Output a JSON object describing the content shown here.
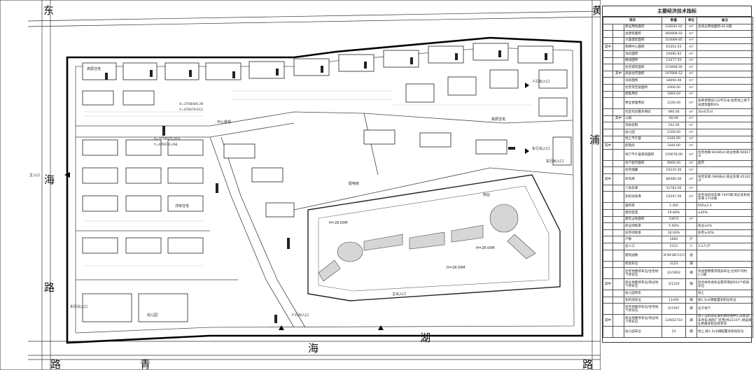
{
  "roads": {
    "top_left": "东",
    "top_right": "黄",
    "left_a": "海",
    "left_b": "路",
    "bottom_a": "青",
    "bottom_b": "海",
    "bottom_c": "湖",
    "bottom_right": "路",
    "right_a": "浦"
  },
  "site_labels": [
    {
      "id": "gate1",
      "text": "东行出入口"
    },
    {
      "id": "gate2",
      "text": "主入口"
    },
    {
      "id": "gate3",
      "text": "人行出入口"
    },
    {
      "id": "gate4",
      "text": "车行出入口"
    },
    {
      "id": "gate5",
      "text": "车行出入口"
    },
    {
      "id": "gate6",
      "text": "主出入口"
    },
    {
      "id": "gate7",
      "text": "人行出入口"
    },
    {
      "id": "zone1",
      "text": "中心景观"
    },
    {
      "id": "zone2",
      "text": "高层住宅"
    },
    {
      "id": "zone3",
      "text": "高层住宅"
    },
    {
      "id": "zone4",
      "text": "洋房住宅"
    },
    {
      "id": "zone5",
      "text": "配电房"
    },
    {
      "id": "zone6",
      "text": "商业"
    },
    {
      "id": "zone7",
      "text": "幼儿园"
    },
    {
      "id": "elev1",
      "text": "H=28.00M"
    },
    {
      "id": "elev2",
      "text": "H=28.00M"
    },
    {
      "id": "elev3",
      "text": "H=28.00M"
    },
    {
      "id": "coord1",
      "text": "X=3758446.29"
    },
    {
      "id": "coord2",
      "text": "Y=476079.613"
    },
    {
      "id": "coord3",
      "text": "X=3758425.619"
    },
    {
      "id": "coord4",
      "text": "Y=476076.294"
    }
  ],
  "table": {
    "title": "主要经济技术指标",
    "header": [
      "项目",
      "数量",
      "单位",
      "备注"
    ],
    "rows": [
      {
        "g": "",
        "s": "",
        "n": "建设用地面积",
        "v": "128242.02",
        "u": "m²",
        "r": "含商业用地面积:62.8亩",
        "tall": false
      },
      {
        "g": "",
        "s": "",
        "n": "总建筑面积",
        "v": "485808.02",
        "u": "m²",
        "r": "",
        "tall": false
      },
      {
        "g": "",
        "s": "",
        "n": "计容建筑面积",
        "v": "314089.85",
        "u": "m²",
        "r": "",
        "tall": false
      },
      {
        "g": "其中",
        "s": "",
        "n": "购物中心面积",
        "v": "61002.03",
        "u": "m²",
        "r": "",
        "tall": false
      },
      {
        "g": "",
        "s": "",
        "n": "洋房面积",
        "v": "20482.82",
        "u": "m²",
        "r": "",
        "tall": false
      },
      {
        "g": "",
        "s": "",
        "n": "联排面积",
        "v": "12477.50",
        "u": "m²",
        "r": "",
        "tall": false
      },
      {
        "g": "",
        "s": "",
        "n": "住宅建筑面积",
        "v": "215898.50",
        "u": "m²",
        "r": "",
        "tall": false
      },
      {
        "g": "",
        "s": "其中",
        "n": "高层住宅面积",
        "v": "197808.52",
        "u": "m²",
        "r": "",
        "tall": false
      },
      {
        "g": "",
        "s": "",
        "n": "洋房面积",
        "v": "18090.00",
        "u": "m²",
        "r": "",
        "tall": false
      },
      {
        "g": "",
        "s": "",
        "n": "住宅架空层面积",
        "v": "2000.00",
        "u": "m²",
        "r": "",
        "tall": false
      },
      {
        "g": "",
        "s": "",
        "n": "配套用房",
        "v": "1893.00",
        "u": "m²",
        "r": "",
        "tall": false
      },
      {
        "g": "",
        "s": "",
        "n": "物业管理用房",
        "v": "1226.00",
        "u": "m²",
        "r": "含养老用房132平方米;住宅地上地下总建筑面积4%",
        "tall": true
      },
      {
        "g": "",
        "s": "",
        "n": "社区综合服务用房",
        "v": "496.00",
        "u": "m²",
        "r": "30㎡/万㎡",
        "tall": false
      },
      {
        "g": "",
        "s": "其中",
        "n": "公厕",
        "v": "60.00",
        "u": "m²",
        "r": "",
        "tall": false
      },
      {
        "g": "",
        "s": "",
        "n": "消防控制",
        "v": "102.00",
        "u": "m²",
        "r": "",
        "tall": false
      },
      {
        "g": "",
        "s": "",
        "n": "幼儿园",
        "v": "2100.00",
        "u": "m²",
        "r": "",
        "tall": false
      },
      {
        "g": "",
        "s": "",
        "n": "地上不计容",
        "v": "1444.00",
        "u": "m²",
        "r": "",
        "tall": false
      },
      {
        "g": "其中",
        "s": "",
        "n": "配电房",
        "v": "1444.00",
        "u": "m²",
        "r": "",
        "tall": false
      },
      {
        "g": "",
        "s": "",
        "n": "地下不计容建筑面积",
        "v": "150678.00",
        "u": "m²",
        "r": "住宅地库:81480㎡;商业地库:60857㎡",
        "tall": true
      },
      {
        "g": "",
        "s": "",
        "n": "地下超市面积",
        "v": "9000.00",
        "u": "m²",
        "r": "超市",
        "tall": false
      },
      {
        "g": "",
        "s": "",
        "n": "住宅储藏",
        "v": "16225.00",
        "u": "m²",
        "r": "",
        "tall": false
      },
      {
        "g": "其中",
        "s": "",
        "n": "停车库",
        "v": "86485.00",
        "u": "m²",
        "r": "住宅车库:39688㎡;商业车库:45162㎡",
        "tall": true
      },
      {
        "g": "",
        "s": "",
        "n": "人防车库",
        "v": "31783.00",
        "u": "m²",
        "r": "",
        "tall": false
      },
      {
        "g": "",
        "s": "",
        "n": "非机动车库",
        "v": "10207.00",
        "u": "m²",
        "r": "住宅非机动车库:7497辆;商业非机动车库:2710辆",
        "tall": true
      },
      {
        "g": "",
        "s": "",
        "n": "容积率",
        "v": "2.450",
        "u": "",
        "r": "FAR≤2.5",
        "tall": false
      },
      {
        "g": "",
        "s": "",
        "n": "建筑密度",
        "v": "29.68%",
        "u": "",
        "r": "≤40%",
        "tall": false
      },
      {
        "g": "",
        "s": "",
        "n": "建筑占地面积",
        "v": "33870",
        "u": "m²",
        "r": "",
        "tall": false
      },
      {
        "g": "",
        "s": "",
        "n": "商业绿地率",
        "v": "5.00%",
        "u": "",
        "r": "商业≥5%",
        "tall": false
      },
      {
        "g": "",
        "s": "",
        "n": "住宅绿地率",
        "v": "30.00%",
        "u": "",
        "r": "住宅≥30%",
        "tall": false
      },
      {
        "g": "",
        "s": "",
        "n": "户数",
        "v": "1660",
        "u": "户",
        "r": "",
        "tall": false
      },
      {
        "g": "",
        "s": "",
        "n": "总人口",
        "v": "5312",
        "u": "人",
        "r": "3.2人/户",
        "tall": false
      },
      {
        "g": "",
        "s": "",
        "n": "建筑层数",
        "v": "3F/6F/8F/11F/22F/24F/26F/27F",
        "u": "层",
        "r": "",
        "tall": true
      },
      {
        "g": "",
        "s": "",
        "n": "机动车位",
        "v": "3123",
        "u": "辆",
        "r": "",
        "tall": false
      },
      {
        "g": "",
        "s": "",
        "n": "住宅地面停车位/住宅地下停车位",
        "v": "22/1802",
        "u": "辆",
        "r": "考虑使用需求增加车位,达到户均约1.1辆",
        "tall": true
      },
      {
        "g": "其中",
        "s": "",
        "n": "商业地面停车位/商业地下停车位",
        "v": "3/1220",
        "u": "辆",
        "r": "综合体考虑商业需求增加503个机动车位",
        "tall": true
      },
      {
        "g": "",
        "s": "",
        "n": "幼儿园停车",
        "v": "",
        "u": "",
        "r": "地上",
        "tall": false
      },
      {
        "g": "",
        "s": "",
        "n": "非机动车位",
        "v": "11490",
        "u": "辆",
        "r": "按1.5㎡/辆配置非机动车位",
        "tall": false
      },
      {
        "g": "",
        "s": "",
        "n": "住宅地面停车位/住宅地下停车位",
        "v": "0/7497",
        "u": "辆",
        "r": "位于地下",
        "tall": true
      },
      {
        "g": "其中",
        "s": "",
        "n": "商业地面停车位/商业地下停车位",
        "v": "1260/2710",
        "u": "辆",
        "r": "地下非机动车库利用购物中心非机动车停车(按照厂区用)共2210个,增设商业附属非机动车停车",
        "tall": true
      },
      {
        "g": "",
        "s": "",
        "n": "幼儿园车位",
        "v": "23",
        "u": "辆",
        "r": "地上,按1.5㎡/辆配置非机动车位",
        "tall": true
      }
    ]
  }
}
